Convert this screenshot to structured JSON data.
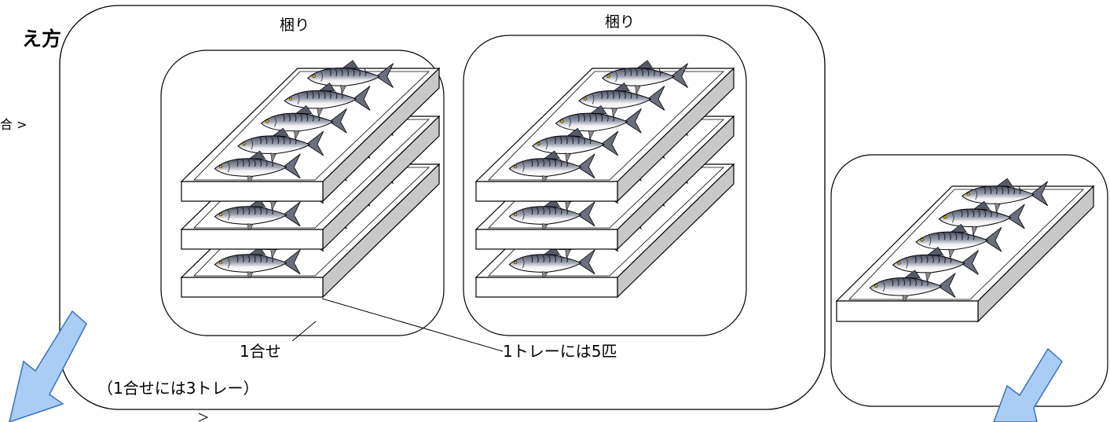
{
  "heading_fragment": "え方",
  "side_text": "合 >",
  "bundle_labels": [
    "梱り",
    "梱り"
  ],
  "set_label": "1合せ",
  "set_note": "（1合せには3トレー）",
  "tray_label": "1トレーには5匹",
  "counts": {
    "trays_per_set": 3,
    "fish_per_tray": 5,
    "bundles": 2
  },
  "colors": {
    "arrow_fill": "#a9cdf5",
    "arrow_stroke": "#3a6fc4",
    "outline": "#000000",
    "tray_side": "#c8c8c8"
  }
}
